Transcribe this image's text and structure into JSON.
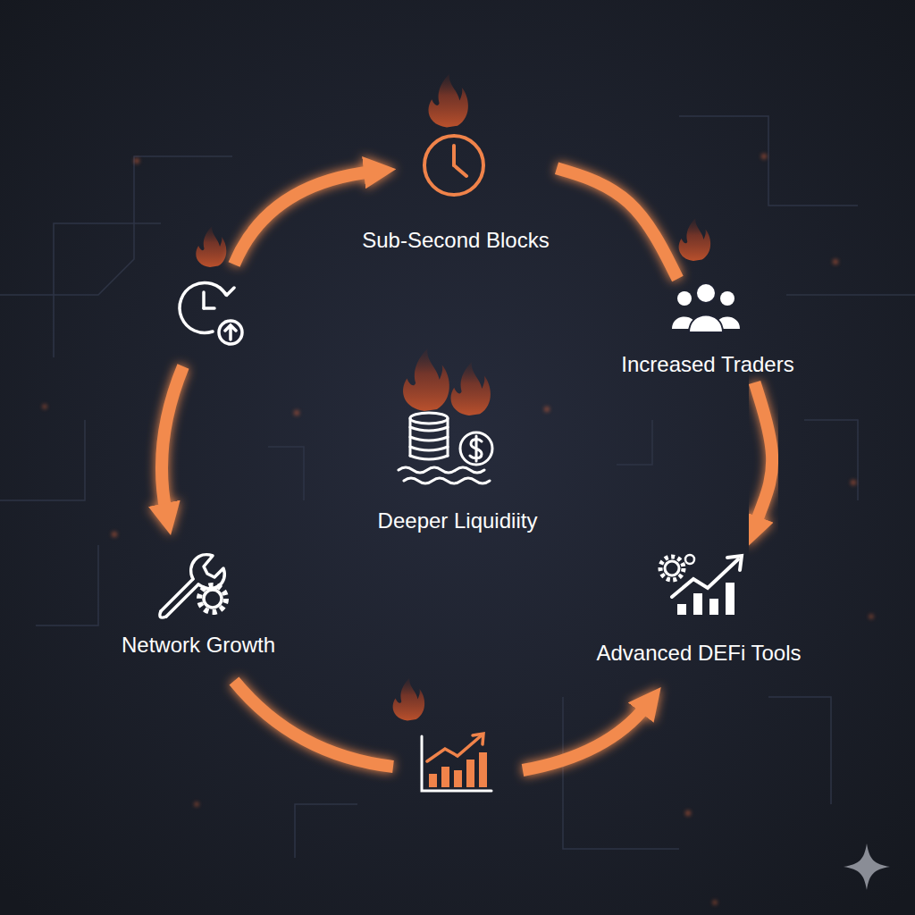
{
  "diagram": {
    "nodes": [
      {
        "text": [
          "Sub-Second Blocks"
        ]
      },
      {
        "text": [
          "Increased Traders"
        ]
      },
      {
        "text": [
          "Deeper Liquidiity"
        ]
      },
      {
        "text": [
          "Network Growth"
        ]
      },
      {
        "text": [
          "Advanced DEFi Tools"
        ]
      }
    ],
    "edges": [
      {
        "from": 0,
        "to": 1,
        "arrow": "none"
      },
      {
        "from": 1,
        "to": 4,
        "arrow": "to"
      }
    ]
  }
}
